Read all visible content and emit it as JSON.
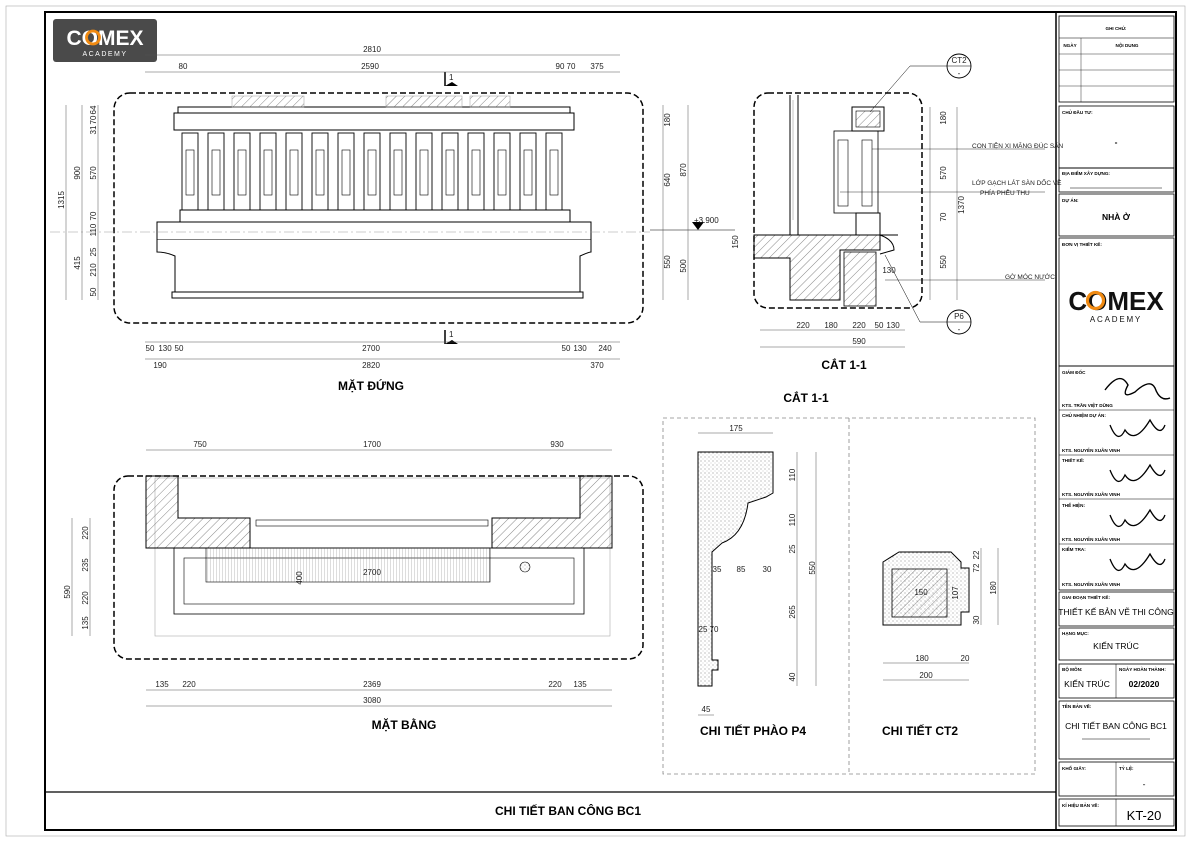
{
  "logo": {
    "brand": "COMEX",
    "sub": "ACADEMY"
  },
  "sheet_title": "CHI TIẾT BAN CÔNG BC1",
  "views": {
    "mat_dung": "MẶT ĐỨNG",
    "cat_11_a": "CẮT 1-1",
    "cat_11_b": "CẮT 1-1",
    "mat_bang": "MẶT BẰNG",
    "phao_p4": "CHI TIẾT PHÀO P4",
    "ct2": "CHI TIẾT CT2"
  },
  "elevation": {
    "top_dims": [
      "2810",
      "80",
      "2590",
      "90",
      "70",
      "375"
    ],
    "left_dims": [
      "1315",
      "900",
      "570",
      "31",
      "70",
      "64",
      "110",
      "70",
      "415",
      "210",
      "25",
      "50"
    ],
    "right_dims": [
      "180",
      "640",
      "870",
      "550",
      "500"
    ],
    "bottom_dims": [
      "50",
      "130",
      "50",
      "2700",
      "50",
      "130",
      "240",
      "190",
      "2820",
      "370"
    ],
    "level": "+3.900",
    "section_marker": "1"
  },
  "section": {
    "tag_ct2": "CT2",
    "tag_p6": "P6",
    "dash": "-",
    "notes": [
      "CON TIỆN XI MĂNG ĐÚC SẴN",
      "LỚP GẠCH LÁT SÀN DỐC VỀ",
      "PHÍA PHỄU THU",
      "GỜ MÓC NƯỚC"
    ],
    "right_dims": [
      "180",
      "570",
      "1370",
      "70",
      "550"
    ],
    "left_dims": [
      "150"
    ],
    "bottom_dims": [
      "220",
      "180",
      "220",
      "50",
      "130",
      "590",
      "130"
    ]
  },
  "plan": {
    "top_dims": [
      "750",
      "1700",
      "930"
    ],
    "left_dims": [
      "590",
      "220",
      "235",
      "220",
      "135"
    ],
    "inner": [
      "2700",
      "400"
    ],
    "bottom_dims": [
      "135",
      "220",
      "2369",
      "220",
      "135",
      "3080"
    ]
  },
  "phao": {
    "dims": [
      "175",
      "110",
      "110",
      "25",
      "35",
      "85",
      "30",
      "550",
      "265",
      "25",
      "70",
      "40",
      "45"
    ]
  },
  "ct2": {
    "dims": [
      "22",
      "72",
      "150",
      "107",
      "180",
      "30",
      "180",
      "20",
      "200"
    ]
  },
  "titleblock": {
    "notes_header": "GHI CHÚ:",
    "col_date": "NGÀY",
    "col_content": "NỘI DUNG",
    "owner_label": "CHỦ ĐẦU TƯ:",
    "owner_value": "-",
    "site_label": "ĐỊA ĐIỂM XÂY DỰNG:",
    "project_label": "DỰ ÁN:",
    "project_value": "NHÀ Ở",
    "designer_label": "ĐƠN VỊ THIẾT KẾ:",
    "director_label": "GIÁM ĐỐC",
    "director_name": "KTS. TRẦN VIỆT DŨNG",
    "lead_label": "CHỦ NHIỆM DỰ ÁN:",
    "lead_name": "KTS. NGUYỄN XUÂN VINH",
    "design_label": "THIẾT KẾ:",
    "design_name": "KTS. NGUYỄN XUÂN VINH",
    "draw_label": "THỂ HIỆN:",
    "draw_name": "KTS. NGUYỄN XUÂN VINH",
    "check_label": "KIỂM TRA:",
    "check_name": "KTS. NGUYỄN XUÂN VINH",
    "phase_label": "GIAI ĐOẠN THIẾT KẾ:",
    "phase_value": "THIẾT KẾ BẢN VẼ THI CÔNG",
    "category_label": "HẠNG MỤC:",
    "category_value": "KIẾN TRÚC",
    "dept_label": "BỘ MÔN:",
    "dept_value": "KIẾN TRÚC",
    "date_label": "NGÀY HOÀN THÀNH:",
    "date_value": "02/2020",
    "drawing_label": "TÊN BẢN VẼ:",
    "drawing_value": "CHI TIẾT BAN CÔNG BC1",
    "paper_label": "KHỔ GIẤY:",
    "scale_label": "TỶ LỆ:",
    "scale_value": "-",
    "code_label": "KÍ HIỆU BẢN VẼ:",
    "code_value": "KT-20"
  }
}
